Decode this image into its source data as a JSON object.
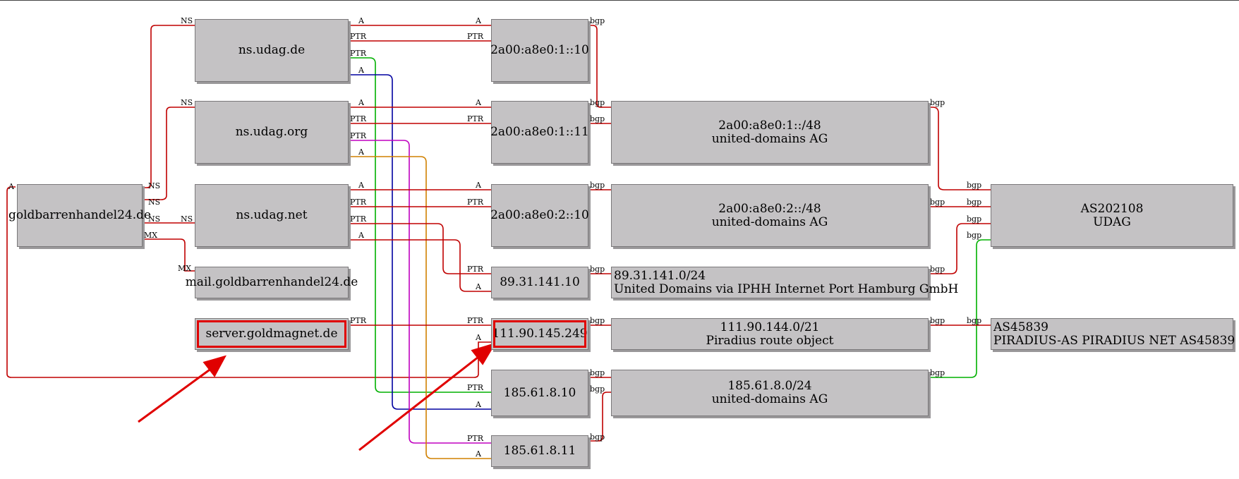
{
  "nodes": {
    "goldbarrenhandel": {
      "label": "goldbarrenhandel24.de"
    },
    "ns_udag_de": {
      "label": "ns.udag.de"
    },
    "ns_udag_org": {
      "label": "ns.udag.org"
    },
    "ns_udag_net": {
      "label": "ns.udag.net"
    },
    "mail": {
      "label": "mail.goldbarrenhandel24.de"
    },
    "server": {
      "label": "server.goldmagnet.de"
    },
    "ip6_10": {
      "label": "2a00:a8e0:1::10"
    },
    "ip6_11": {
      "label": "2a00:a8e0:1::11"
    },
    "ip6_2_10": {
      "label": "2a00:a8e0:2::10"
    },
    "ip_89": {
      "label": "89.31.141.10"
    },
    "ip_111": {
      "label": "111.90.145.249"
    },
    "ip_185_10": {
      "label": "185.61.8.10"
    },
    "ip_185_11": {
      "label": "185.61.8.11"
    },
    "net_6_1": {
      "lines": [
        "2a00:a8e0:1::/48",
        "united-domains AG"
      ]
    },
    "net_6_2": {
      "lines": [
        "2a00:a8e0:2::/48",
        "united-domains AG"
      ]
    },
    "net_89": {
      "lines": [
        "89.31.141.0/24",
        "United Domains via IPHH Internet Port Hamburg GmbH"
      ]
    },
    "net_111": {
      "lines": [
        "111.90.144.0/21",
        "Piradius route object"
      ]
    },
    "net_185": {
      "lines": [
        "185.61.8.0/24",
        "united-domains AG"
      ]
    },
    "as202108": {
      "lines": [
        "AS202108",
        "UDAG"
      ]
    },
    "as45839": {
      "lines": [
        "AS45839",
        "PIRADIUS-AS PIRADIUS NET AS45839"
      ]
    }
  },
  "edge_labels": {
    "ns": "NS",
    "a": "A",
    "ptr": "PTR",
    "mx": "MX",
    "bgp": "bgp"
  },
  "colors": {
    "edge_red": "#c00000",
    "edge_green": "#00b000",
    "edge_blue": "#0000a0",
    "edge_magenta": "#c000c0",
    "edge_orange": "#d08000",
    "annotation_red": "#e00000",
    "node_fill": "#c4c2c4"
  }
}
